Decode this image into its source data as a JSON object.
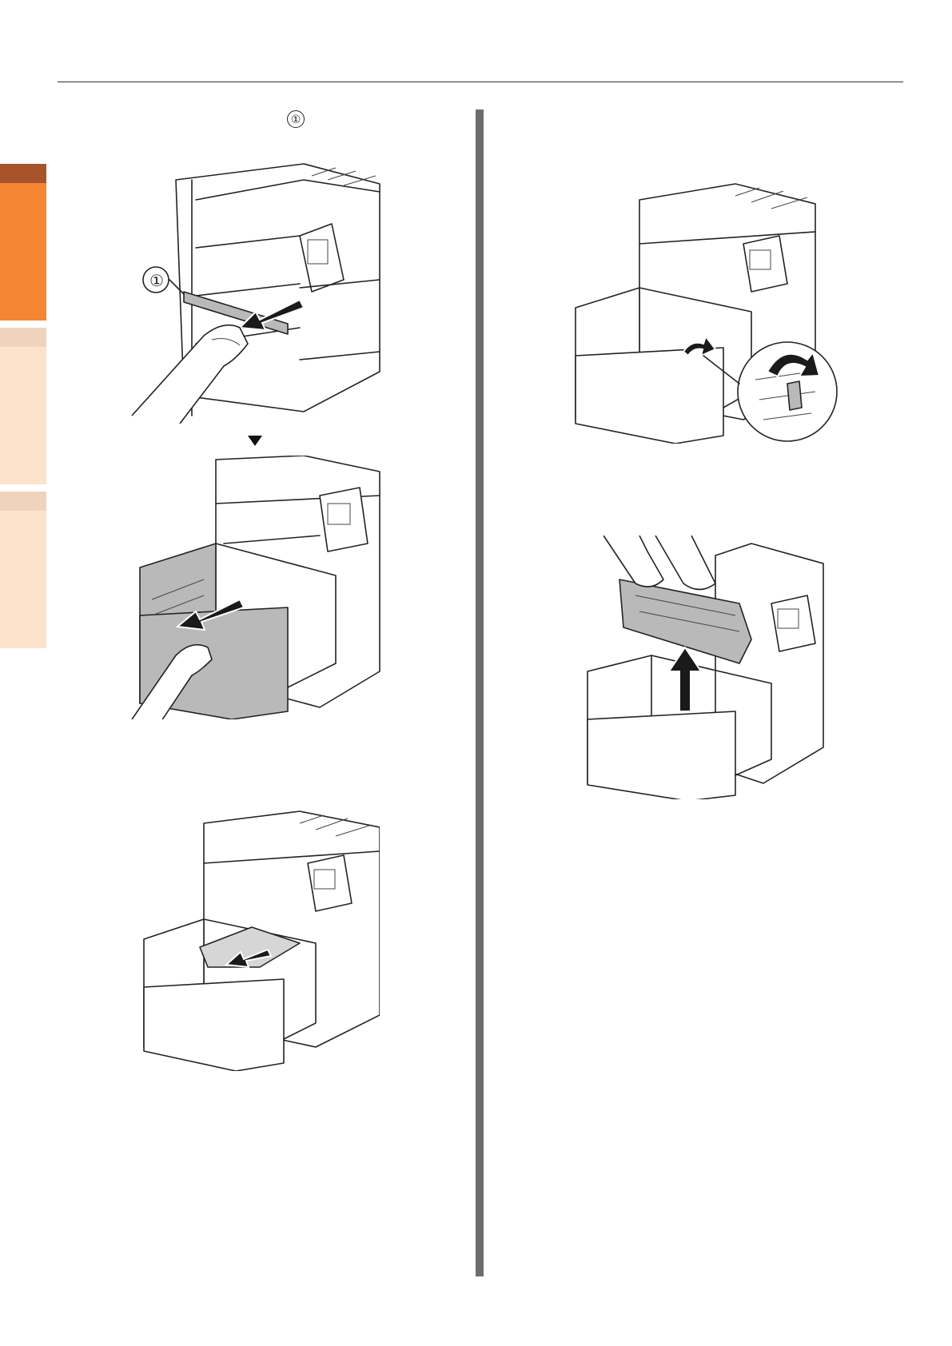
{
  "colors": {
    "tab_active_top": "#a8542b",
    "tab_active": "#f58634",
    "tab_inactive_top": "#f0d3bd",
    "tab_inactive": "#fde3cc",
    "column_divider": "#6d6d6d"
  },
  "side_tabs": [
    {
      "state": "active"
    },
    {
      "state": "inactive"
    },
    {
      "state": "inactive"
    }
  ],
  "callouts": {
    "step_marker": "①",
    "figure_label": "①"
  },
  "icons": {
    "sequence_arrow": "down-triangle-icon"
  }
}
